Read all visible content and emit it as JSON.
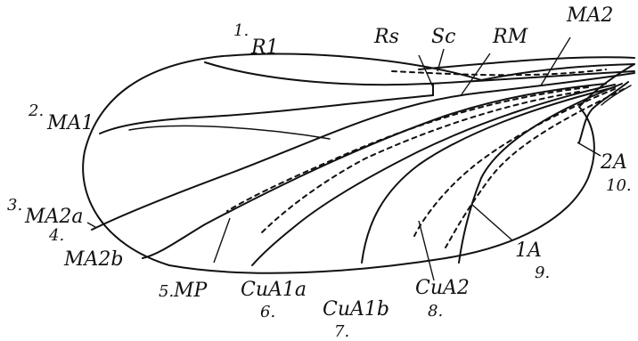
{
  "labels": {
    "r1": "R1",
    "r1_num": "1.",
    "rs": "Rs",
    "sc": "Sc",
    "rm": "RM",
    "ma2": "MA2",
    "ma1": "MA1",
    "ma1_num": "2.",
    "ma2a": "MA2a",
    "ma2a_num": "3.",
    "ma2b": "MA2b",
    "ma2b_num": "4.",
    "mp": "MP",
    "mp_num": "5.",
    "cua1a": "CuA1a",
    "cua1a_num": "6.",
    "cua1b": "CuA1b",
    "cua1b_num": "7.",
    "cua2": "CuA2",
    "cua2_num": "8.",
    "a1": "1A",
    "a1_num": "9.",
    "a2": "2A",
    "a2_num": "10."
  }
}
